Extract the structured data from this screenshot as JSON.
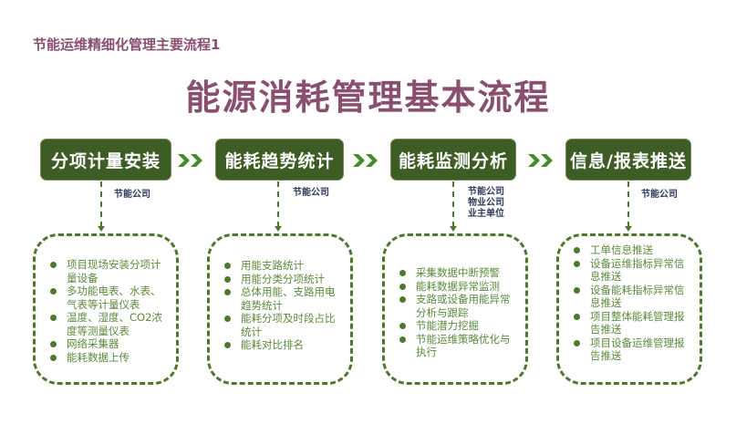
{
  "subtitle": "节能运维精细化管理主要流程1",
  "title": "能源消耗管理基本流程",
  "colors": {
    "title": "#8a4f6e",
    "step_fill": "#3d5d24",
    "accent_green": "#4d7a2a",
    "item_text": "#5b8a3a",
    "owner_text": "#2e3a5c"
  },
  "steps": [
    {
      "label": "分项计量安装",
      "owners": [
        "节能公司"
      ],
      "items": [
        "项目现场安装分项计量设备",
        "多功能电表、水表、气表等计量仪表",
        "温度、湿度、CO2浓度等测量仪表",
        "网络采集器",
        "能耗数据上传"
      ]
    },
    {
      "label": "能耗趋势统计",
      "owners": [
        "节能公司"
      ],
      "items": [
        "用能支路统计",
        "用能分类分项统计",
        "总体用能、支路用电趋势统计",
        "能耗分项及时段占比统计",
        "能耗对比排名"
      ]
    },
    {
      "label": "能耗监测分析",
      "owners": [
        "节能公司",
        "物业公司",
        "业主单位"
      ],
      "items": [
        "采集数据中断预警",
        "能耗数据异常监测",
        "支路或设备用能异常分析与跟踪",
        "节能潜力挖掘",
        "节能运维策略优化与执行"
      ]
    },
    {
      "label": "信息/报表推送",
      "owners": [
        "节能公司"
      ],
      "items": [
        "工单信息推送",
        "设备运维指标异常信息推送",
        "设备能耗指标异常信息推送",
        "项目整体能耗管理报告推送",
        "项目设备运维管理报告推送"
      ]
    }
  ],
  "connector_icon": "double-chevron-right-icon"
}
